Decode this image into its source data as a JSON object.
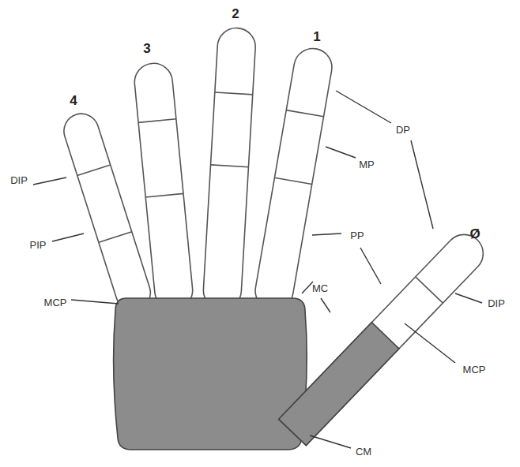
{
  "diagram": {
    "labels": [
      "2",
      "3",
      "1",
      "4",
      "DP",
      "MP",
      "DIP",
      "PIP",
      "PP",
      "Ø",
      "MC",
      "MCP",
      "DIP",
      "MCP",
      "CM"
    ]
  }
}
